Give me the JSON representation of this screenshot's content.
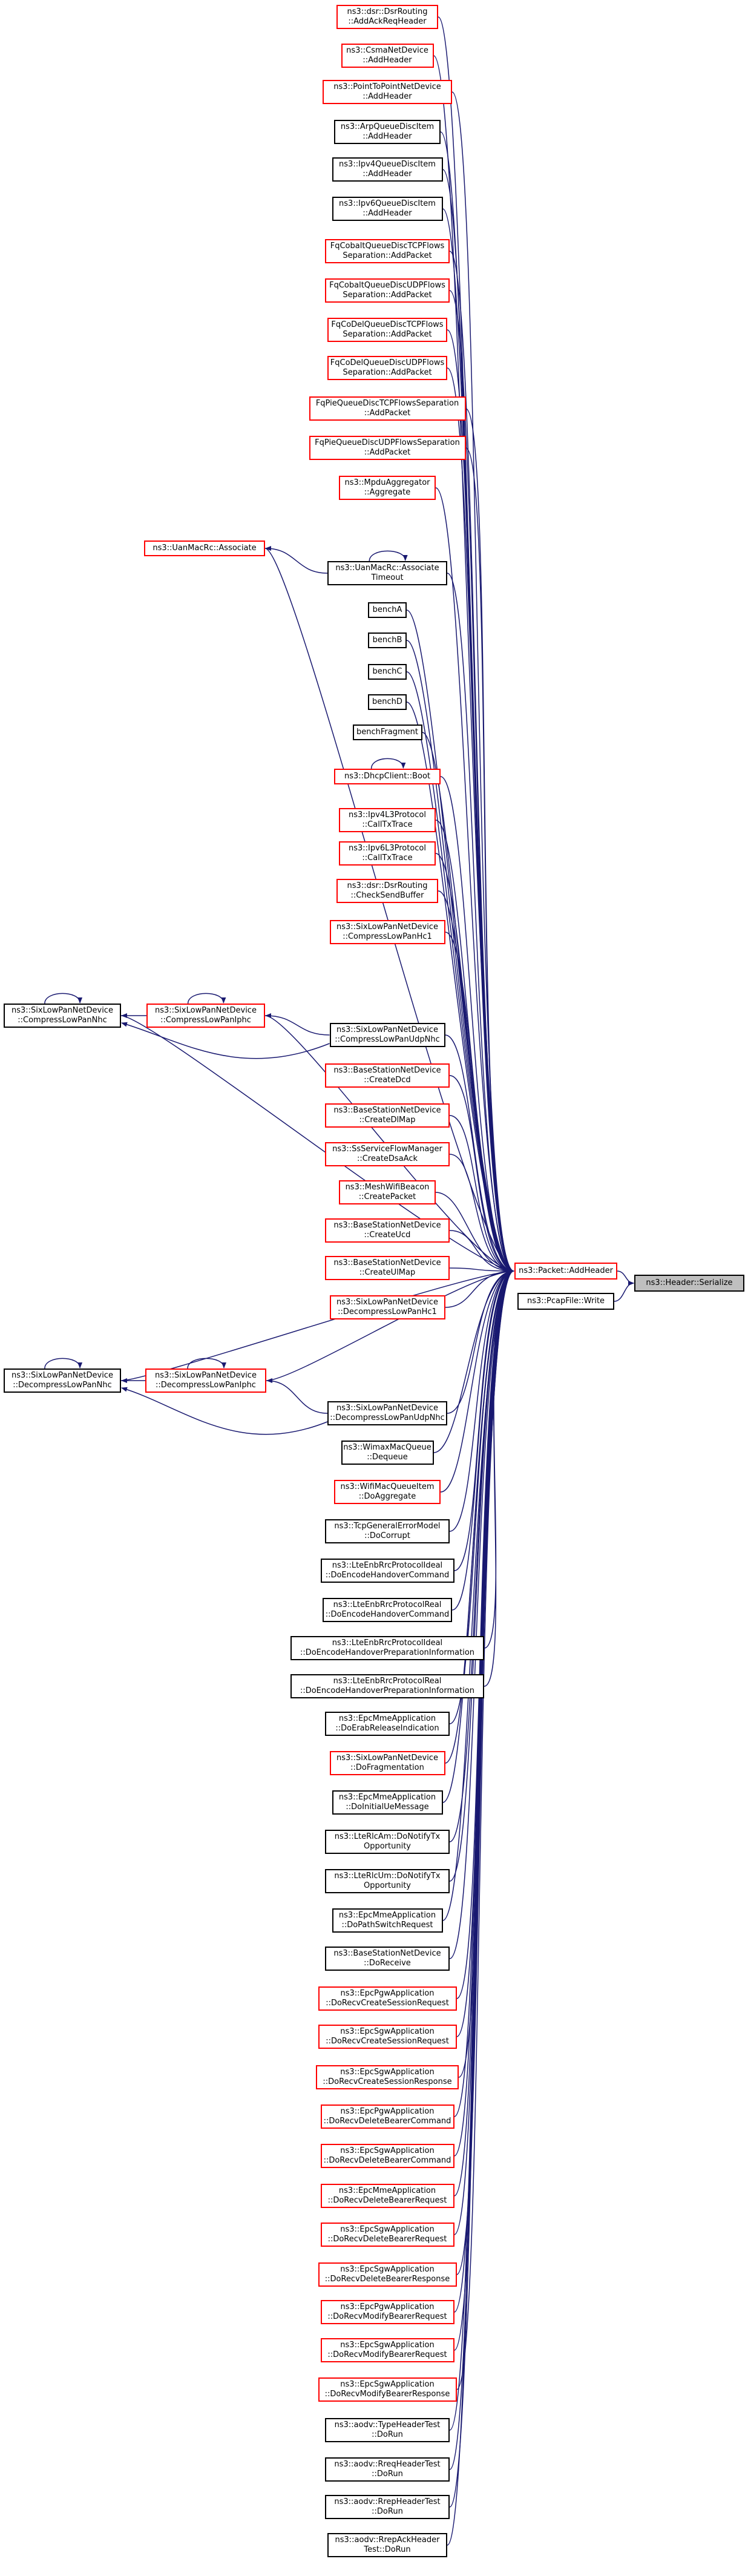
{
  "diagram": {
    "target": "ns3::Header::Serialize",
    "direct_callers": [
      {
        "id": "packet-addheader",
        "label": "ns3::Packet::AddHeader",
        "style": "red"
      },
      {
        "id": "pcapfile-write",
        "label": "ns3::PcapFile::Write",
        "style": "black"
      }
    ],
    "callers_of_addheader": [
      {
        "id": "c01",
        "label": "ns3::dsr::DsrRouting\n::AddAckReqHeader",
        "style": "red"
      },
      {
        "id": "c02",
        "label": "ns3::CsmaNetDevice\n::AddHeader",
        "style": "red"
      },
      {
        "id": "c03",
        "label": "ns3::PointToPointNetDevice\n::AddHeader",
        "style": "red"
      },
      {
        "id": "c04",
        "label": "ns3::ArpQueueDiscItem\n::AddHeader",
        "style": "black"
      },
      {
        "id": "c05",
        "label": "ns3::Ipv4QueueDiscItem\n::AddHeader",
        "style": "black"
      },
      {
        "id": "c06",
        "label": "ns3::Ipv6QueueDiscItem\n::AddHeader",
        "style": "black"
      },
      {
        "id": "c07",
        "label": "FqCobaltQueueDiscTCPFlows\nSeparation::AddPacket",
        "style": "red"
      },
      {
        "id": "c08",
        "label": "FqCobaltQueueDiscUDPFlows\nSeparation::AddPacket",
        "style": "red"
      },
      {
        "id": "c09",
        "label": "FqCoDelQueueDiscTCPFlows\nSeparation::AddPacket",
        "style": "red"
      },
      {
        "id": "c10",
        "label": "FqCoDelQueueDiscUDPFlows\nSeparation::AddPacket",
        "style": "red"
      },
      {
        "id": "c11",
        "label": "FqPieQueueDiscTCPFlowsSeparation\n::AddPacket",
        "style": "red"
      },
      {
        "id": "c12",
        "label": "FqPieQueueDiscUDPFlowsSeparation\n::AddPacket",
        "style": "red"
      },
      {
        "id": "c13",
        "label": "ns3::MpduAggregator\n::Aggregate",
        "style": "red"
      },
      {
        "id": "c14",
        "label": "ns3::UanMacRc::Associate\nTimeout",
        "style": "black"
      },
      {
        "id": "c15",
        "label": "benchA",
        "style": "black"
      },
      {
        "id": "c16",
        "label": "benchB",
        "style": "black"
      },
      {
        "id": "c17",
        "label": "benchC",
        "style": "black"
      },
      {
        "id": "c18",
        "label": "benchD",
        "style": "black"
      },
      {
        "id": "c19",
        "label": "benchFragment",
        "style": "black"
      },
      {
        "id": "c20",
        "label": "ns3::DhcpClient::Boot",
        "style": "red"
      },
      {
        "id": "c21",
        "label": "ns3::Ipv4L3Protocol\n::CallTxTrace",
        "style": "red"
      },
      {
        "id": "c22",
        "label": "ns3::Ipv6L3Protocol\n::CallTxTrace",
        "style": "red"
      },
      {
        "id": "c23",
        "label": "ns3::dsr::DsrRouting\n::CheckSendBuffer",
        "style": "red"
      },
      {
        "id": "c24",
        "label": "ns3::SixLowPanNetDevice\n::CompressLowPanHc1",
        "style": "red"
      },
      {
        "id": "c25",
        "label": "ns3::SixLowPanNetDevice\n::CompressLowPanUdpNhc",
        "style": "black"
      },
      {
        "id": "c26",
        "label": "ns3::BaseStationNetDevice\n::CreateDcd",
        "style": "red"
      },
      {
        "id": "c27",
        "label": "ns3::BaseStationNetDevice\n::CreateDlMap",
        "style": "red"
      },
      {
        "id": "c28",
        "label": "ns3::SsServiceFlowManager\n::CreateDsaAck",
        "style": "red"
      },
      {
        "id": "c29",
        "label": "ns3::MeshWifiBeacon\n::CreatePacket",
        "style": "red"
      },
      {
        "id": "c30",
        "label": "ns3::BaseStationNetDevice\n::CreateUcd",
        "style": "red"
      },
      {
        "id": "c31",
        "label": "ns3::BaseStationNetDevice\n::CreateUlMap",
        "style": "red"
      },
      {
        "id": "c32",
        "label": "ns3::SixLowPanNetDevice\n::DecompressLowPanHc1",
        "style": "red"
      },
      {
        "id": "c33",
        "label": "ns3::SixLowPanNetDevice\n::DecompressLowPanUdpNhc",
        "style": "black"
      },
      {
        "id": "c34",
        "label": "ns3::WimaxMacQueue\n::Dequeue",
        "style": "black"
      },
      {
        "id": "c35",
        "label": "ns3::WifiMacQueueItem\n::DoAggregate",
        "style": "red"
      },
      {
        "id": "c36",
        "label": "ns3::TcpGeneralErrorModel\n::DoCorrupt",
        "style": "black"
      },
      {
        "id": "c37",
        "label": "ns3::LteEnbRrcProtocolIdeal\n::DoEncodeHandoverCommand",
        "style": "black"
      },
      {
        "id": "c38",
        "label": "ns3::LteEnbRrcProtocolReal\n::DoEncodeHandoverCommand",
        "style": "black"
      },
      {
        "id": "c39",
        "label": "ns3::LteEnbRrcProtocolIdeal\n::DoEncodeHandoverPreparationInformation",
        "style": "black"
      },
      {
        "id": "c40",
        "label": "ns3::LteEnbRrcProtocolReal\n::DoEncodeHandoverPreparationInformation",
        "style": "black"
      },
      {
        "id": "c41",
        "label": "ns3::EpcMmeApplication\n::DoErabReleaseIndication",
        "style": "black"
      },
      {
        "id": "c42",
        "label": "ns3::SixLowPanNetDevice\n::DoFragmentation",
        "style": "red"
      },
      {
        "id": "c43",
        "label": "ns3::EpcMmeApplication\n::DoInitialUeMessage",
        "style": "black"
      },
      {
        "id": "c44",
        "label": "ns3::LteRlcAm::DoNotifyTx\nOpportunity",
        "style": "black"
      },
      {
        "id": "c45",
        "label": "ns3::LteRlcUm::DoNotifyTx\nOpportunity",
        "style": "black"
      },
      {
        "id": "c46",
        "label": "ns3::EpcMmeApplication\n::DoPathSwitchRequest",
        "style": "black"
      },
      {
        "id": "c47",
        "label": "ns3::BaseStationNetDevice\n::DoReceive",
        "style": "black"
      },
      {
        "id": "c48",
        "label": "ns3::EpcPgwApplication\n::DoRecvCreateSessionRequest",
        "style": "red"
      },
      {
        "id": "c49",
        "label": "ns3::EpcSgwApplication\n::DoRecvCreateSessionRequest",
        "style": "red"
      },
      {
        "id": "c50",
        "label": "ns3::EpcSgwApplication\n::DoRecvCreateSessionResponse",
        "style": "red"
      },
      {
        "id": "c51",
        "label": "ns3::EpcPgwApplication\n::DoRecvDeleteBearerCommand",
        "style": "red"
      },
      {
        "id": "c52",
        "label": "ns3::EpcSgwApplication\n::DoRecvDeleteBearerCommand",
        "style": "red"
      },
      {
        "id": "c53",
        "label": "ns3::EpcMmeApplication\n::DoRecvDeleteBearerRequest",
        "style": "red"
      },
      {
        "id": "c54",
        "label": "ns3::EpcSgwApplication\n::DoRecvDeleteBearerRequest",
        "style": "red"
      },
      {
        "id": "c55",
        "label": "ns3::EpcSgwApplication\n::DoRecvDeleteBearerResponse",
        "style": "red"
      },
      {
        "id": "c56",
        "label": "ns3::EpcPgwApplication\n::DoRecvModifyBearerRequest",
        "style": "red"
      },
      {
        "id": "c57",
        "label": "ns3::EpcSgwApplication\n::DoRecvModifyBearerRequest",
        "style": "red"
      },
      {
        "id": "c58",
        "label": "ns3::EpcSgwApplication\n::DoRecvModifyBearerResponse",
        "style": "red"
      },
      {
        "id": "c59",
        "label": "ns3::aodv::TypeHeaderTest\n::DoRun",
        "style": "black"
      },
      {
        "id": "c60",
        "label": "ns3::aodv::RreqHeaderTest\n::DoRun",
        "style": "black"
      },
      {
        "id": "c61",
        "label": "ns3::aodv::RrepHeaderTest\n::DoRun",
        "style": "black"
      },
      {
        "id": "c62",
        "label": "ns3::aodv::RrepAckHeader\nTest::DoRun",
        "style": "black"
      }
    ],
    "side_nodes": [
      {
        "id": "uanmacrc-associate",
        "label": "ns3::UanMacRc::Associate",
        "style": "red"
      },
      {
        "id": "compress-iphc",
        "label": "ns3::SixLowPanNetDevice\n::CompressLowPanIphc",
        "style": "red"
      },
      {
        "id": "compress-nhc",
        "label": "ns3::SixLowPanNetDevice\n::CompressLowPanNhc",
        "style": "black"
      },
      {
        "id": "decompress-iphc",
        "label": "ns3::SixLowPanNetDevice\n::DecompressLowPanIphc",
        "style": "red"
      },
      {
        "id": "decompress-nhc",
        "label": "ns3::SixLowPanNetDevice\n::DecompressLowPanNhc",
        "style": "black"
      }
    ],
    "colors": {
      "edge": "#191970",
      "red_border": "#ff0000",
      "black_border": "#000000",
      "target_fill": "#bfbfbf"
    }
  }
}
